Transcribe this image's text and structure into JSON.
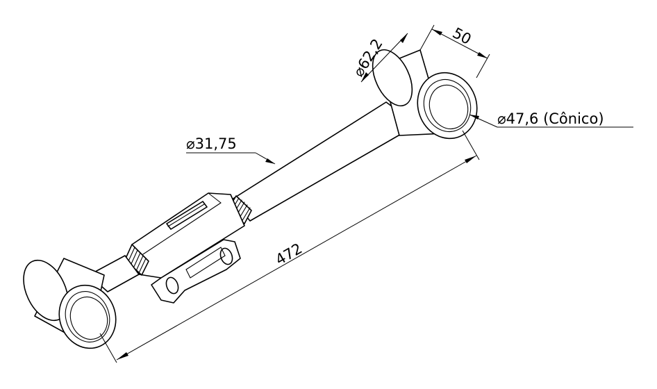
{
  "dimensions": {
    "left_bush_diameter": "⌀62,2",
    "bush_width": "50",
    "cone_diameter": "⌀47,6 (Cônico)",
    "tube_diameter": "⌀31,75",
    "overall_length": "472"
  }
}
